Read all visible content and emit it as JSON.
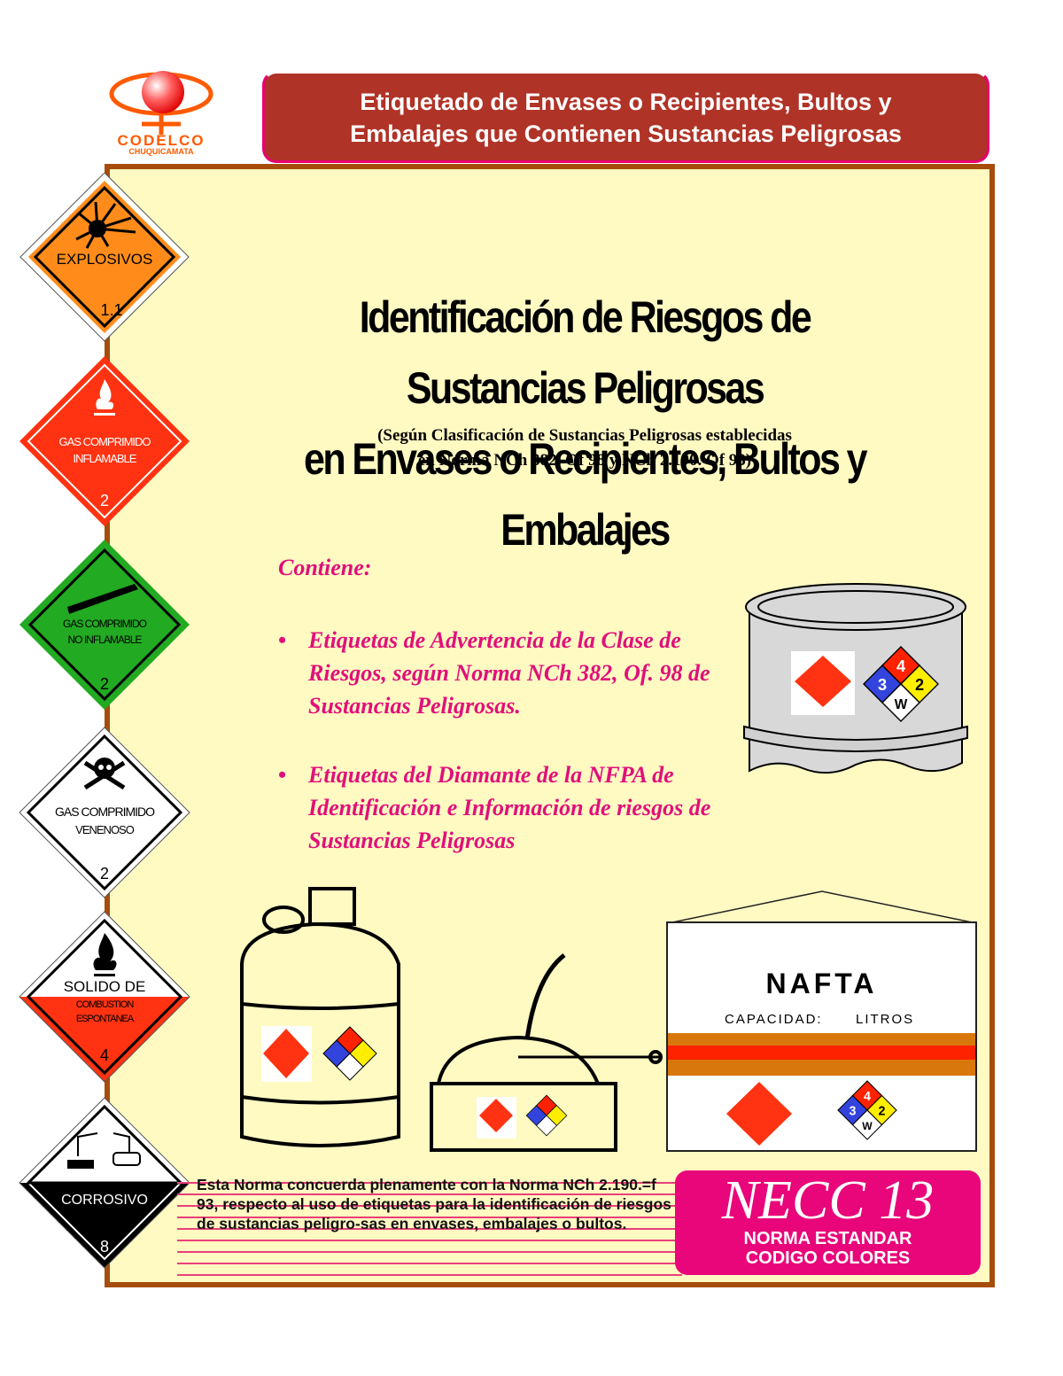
{
  "logo": {
    "brand": "CODELCO",
    "division": "CHUQUICAMATA"
  },
  "header": {
    "line1": "Etiquetado de Envases o Recipientes, Bultos y",
    "line2": "Embalajes que Contienen Sustancias Peligrosas"
  },
  "title": {
    "line1": "Identificación de Riesgos de Sustancias Peligrosas",
    "line2": "en Envases o Recipientes, Bultos y Embalajes"
  },
  "subtitle": {
    "line1": "(Según Clasificación de Sustancias Peligrosas establecidas",
    "line2": "en Norma NCh 382. Of 98 y NCh 2.190. Of 93)"
  },
  "contents": {
    "heading": "Contiene:",
    "bullets": [
      {
        "mark": "•",
        "text": "Etiquetas de Advertencia de la Clase de Riesgos, según Norma NCh 382, Of. 98 de Sustancias Peligrosas."
      },
      {
        "mark": "•",
        "text": "Etiquetas del Diamante de la NFPA de Identificación e Información de riesgos de Sustancias Peligrosas"
      }
    ]
  },
  "hazard_labels": [
    {
      "line1": "EXPLOSIVOS",
      "line2": "",
      "number": "1.1",
      "color": "#ff8c1a",
      "symbol": "explosion-icon"
    },
    {
      "line1": "GAS COMPRIMIDO",
      "line2": "INFLAMABLE",
      "number": "2",
      "color": "#ff3311",
      "symbol": "flame-icon"
    },
    {
      "line1": "GAS COMPRIMIDO",
      "line2": "NO INFLAMABLE",
      "number": "2",
      "color": "#22aa22",
      "symbol": "gas-cylinder-icon"
    },
    {
      "line1": "GAS COMPRIMIDO",
      "line2": "VENENOSO",
      "number": "2",
      "color": "#ffffff",
      "symbol": "skull-crossbones-icon"
    },
    {
      "line1": "SOLIDO DE",
      "line2": "COMBUSTION",
      "line3": "ESPONTANEA",
      "number": "4",
      "color": "#ff3311",
      "symbol": "flame-icon"
    },
    {
      "line1": "CORROSIVO",
      "line2": "",
      "number": "8",
      "color": "#000000",
      "symbol": "corrosion-icon"
    }
  ],
  "nfpa_diamond": {
    "health": "3",
    "flammability": "4",
    "reactivity": "2",
    "special": "W",
    "colors": {
      "health": "#3344dd",
      "flammability": "#ff2200",
      "reactivity": "#ffee00",
      "special": "#ffffff"
    }
  },
  "sign": {
    "product": "NAFTA",
    "capacity_label": "CAPACIDAD:",
    "capacity_unit": "LITROS"
  },
  "note": {
    "text": "Esta Norma concuerda plenamente con la Norma NCh 2.190.=f 93, respecto al uso de etiquetas para la identificación de riesgos de sustancias peligro-sas en envases, embalajes o bultos."
  },
  "necc": {
    "code": "NECC 13",
    "line1": "NORMA ESTANDAR",
    "line2": "CODIGO COLORES"
  },
  "colors": {
    "banner": "#b03327",
    "banner_border": "#e8006e",
    "panel_bg": "#fff9c2",
    "panel_border": "#a64d0b",
    "accent_magenta": "#e0107a",
    "logo_orange": "#ff5a00"
  }
}
